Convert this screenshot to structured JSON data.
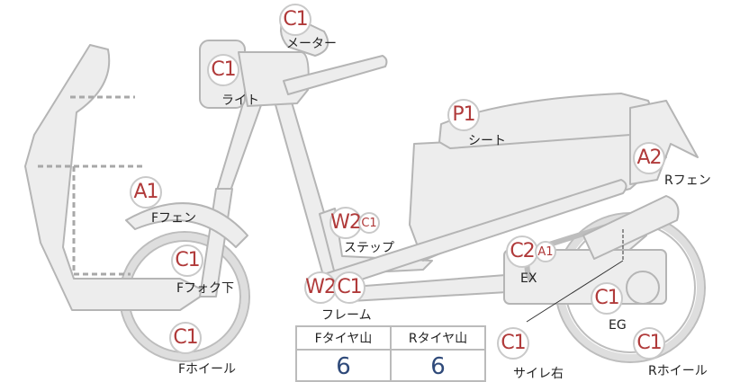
{
  "parts": [
    {
      "id": "meter",
      "grades": [
        "C1"
      ],
      "label": "メーター"
    },
    {
      "id": "light",
      "grades": [
        "C1"
      ],
      "label": "ライト"
    },
    {
      "id": "seat",
      "grades": [
        "P1"
      ],
      "label": "シート"
    },
    {
      "id": "r-fender",
      "grades": [
        "A2"
      ],
      "label": "Rフェン"
    },
    {
      "id": "f-fender",
      "grades": [
        "A1"
      ],
      "label": "Fフェン"
    },
    {
      "id": "step",
      "grades": [
        "W2",
        "C1"
      ],
      "label": "ステップ"
    },
    {
      "id": "exhaust",
      "grades": [
        "C2",
        "A1"
      ],
      "label": "EX"
    },
    {
      "id": "f-fork",
      "grades": [
        "C1"
      ],
      "label": "Fフォク下"
    },
    {
      "id": "frame",
      "grades": [
        "W2",
        "C1"
      ],
      "label": "フレーム"
    },
    {
      "id": "engine",
      "grades": [
        "C1"
      ],
      "label": "EG"
    },
    {
      "id": "f-wheel",
      "grades": [
        "C1"
      ],
      "label": "Fホイール"
    },
    {
      "id": "muffler",
      "grades": [
        "C1"
      ],
      "label": "サイレ右"
    },
    {
      "id": "r-wheel",
      "grades": [
        "C1"
      ],
      "label": "Rホイール"
    }
  ],
  "tread": {
    "front_label": "Fタイヤ山",
    "rear_label": "Rタイヤ山",
    "front_value": "6",
    "rear_value": "6"
  }
}
